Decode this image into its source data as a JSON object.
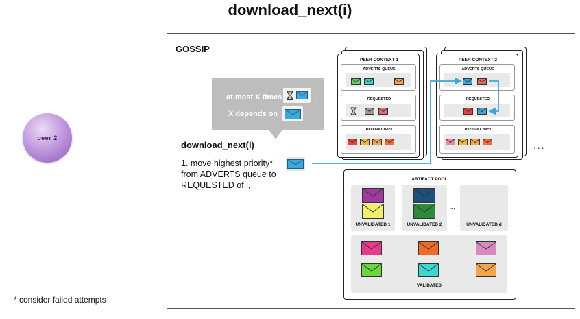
{
  "title": "download_next(i)",
  "peer": {
    "label": "peer 2"
  },
  "footnote": "* consider failed attempts",
  "gossip": {
    "label": "GOSSIP"
  },
  "bubble": {
    "line1": "at most X times",
    "line2": "X depends on",
    "comma": ","
  },
  "steps": {
    "heading": "download_next(i)",
    "step1": "1. move highest priority*",
    "step1_rest": "from ADVERTS queue to REQUESTED of i,"
  },
  "more_peers": "...",
  "contexts": [
    {
      "title": "PEER CONTEXT 1",
      "adverts": "ADVERTS QUEUE",
      "requested": "REQUESTED",
      "receive": "Receive Check"
    },
    {
      "title": "PEER CONTEXT 2",
      "adverts": "ADVERTS QUEUE",
      "requested": "REQUESTED",
      "receive": "Receive Check"
    }
  ],
  "pool": {
    "title": "ARTIFACT POOL",
    "unvalidated": [
      "UNVALIDATED 1",
      "UNVALIDATED 2",
      "UNVALIDATED d"
    ],
    "dots": "...",
    "validated": "VALIDATED"
  },
  "colors": {
    "accent_blue": "#3aa8dc",
    "envelope_green": "#5fcf5f",
    "envelope_teal": "#3fd0d0",
    "envelope_orange": "#f5a54a",
    "envelope_red": "#e8403a",
    "envelope_gray": "#9a9a9a",
    "pool_purple": "#a03aa0",
    "pool_yellow": "#f2ef6a",
    "pool_navy": "#1c4f7a",
    "pool_darkgreen": "#2e8a3a",
    "val_pink": "#e83a8a",
    "val_orange": "#f06a2a",
    "val_mauve": "#d88ac0",
    "val_green": "#6ad83a",
    "val_cyan": "#3ad8d0",
    "val_amber": "#f5a54a"
  },
  "icons": [
    "hourglass-icon",
    "envelope-icon"
  ]
}
